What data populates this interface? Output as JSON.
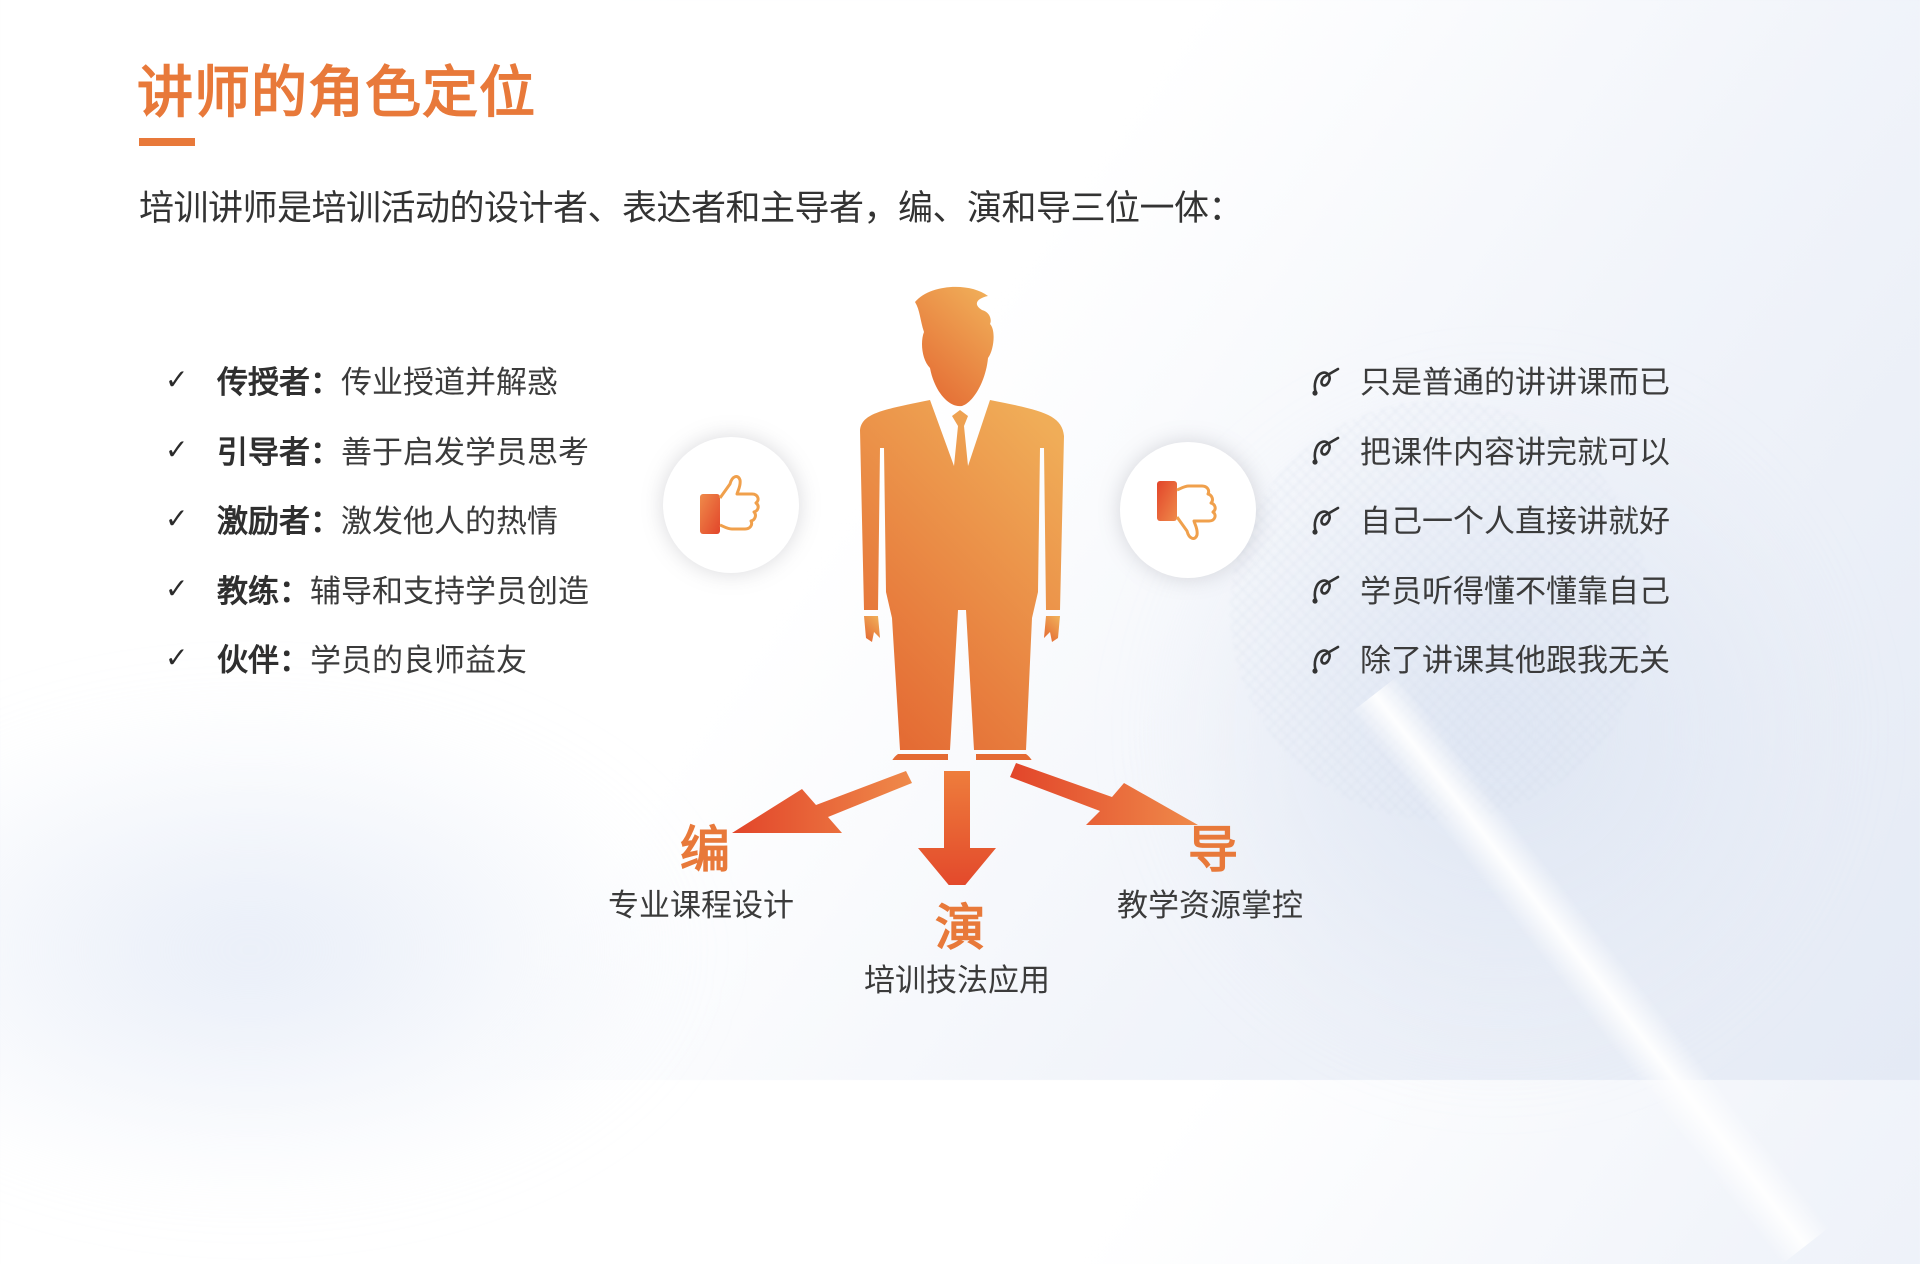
{
  "slide": {
    "title": "讲师的角色定位",
    "subtitle": "培训讲师是培训活动的设计者、表达者和主导者，编、演和导三位一体：",
    "accent_color": "#e8793a",
    "text_color": "#3b3b3b"
  },
  "positive_roles": {
    "icon": "check-icon",
    "check_glyph": "✓",
    "items": [
      {
        "term": "传授者：",
        "desc": "传业授道并解惑"
      },
      {
        "term": "引导者：",
        "desc": "善于启发学员思考"
      },
      {
        "term": "激励者：",
        "desc": "激发他人的热情"
      },
      {
        "term": "教练：",
        "desc": "辅导和支持学员创造"
      },
      {
        "term": "伙伴：",
        "desc": "学员的良师益友"
      }
    ]
  },
  "negative_beliefs": {
    "icon": "cross-mark-icon",
    "items": [
      {
        "text": "只是普通的讲讲课而已"
      },
      {
        "text": "把课件内容讲完就可以"
      },
      {
        "text": "自己一个人直接讲就好"
      },
      {
        "text": "学员听得懂不懂靠自己"
      },
      {
        "text": "除了讲课其他跟我无关"
      }
    ]
  },
  "badges": {
    "left": "thumbs-up-icon",
    "right": "thumbs-down-icon"
  },
  "roles": [
    {
      "char": "编",
      "desc": "专业课程设计"
    },
    {
      "char": "演",
      "desc": "培训技法应用"
    },
    {
      "char": "导",
      "desc": "教学资源掌控"
    }
  ]
}
